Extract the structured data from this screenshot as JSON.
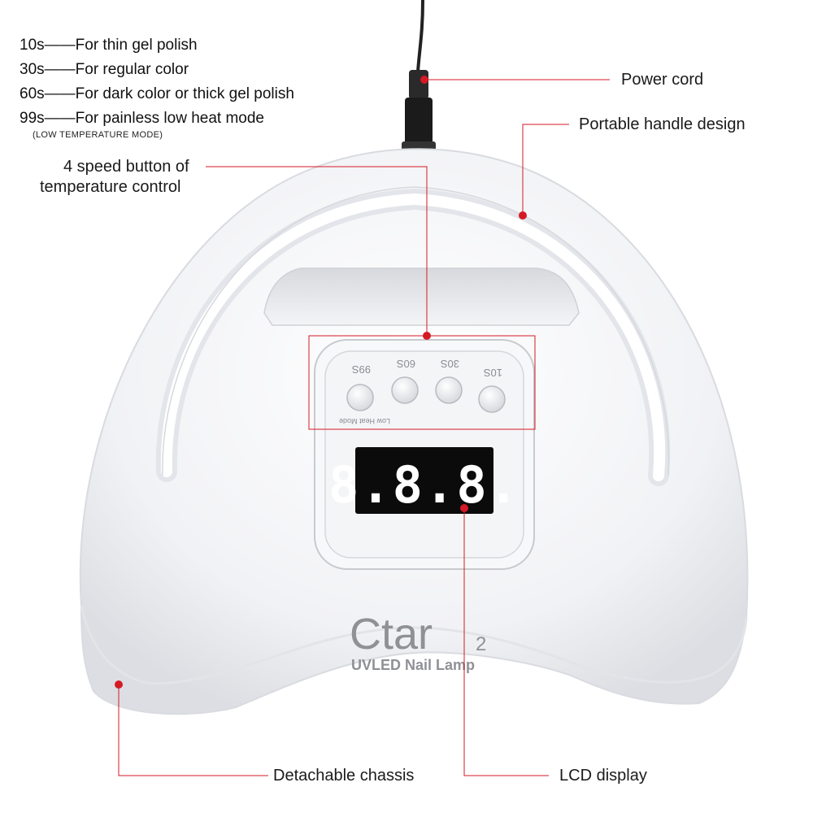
{
  "timing_notes": [
    {
      "time": "10s",
      "text": "For thin gel polish"
    },
    {
      "time": "30s",
      "text": "For regular color"
    },
    {
      "time": "60s",
      "text": "For dark color or thick gel polish"
    },
    {
      "time": "99s",
      "text": "For painless low heat mode"
    }
  ],
  "low_temp_note": "(LOW TEMPERATURE MODE)",
  "callouts": {
    "power_cord": "Power cord",
    "handle": "Portable handle design",
    "speed_button_line1": "4 speed button of",
    "speed_button_line2": "temperature control",
    "chassis": "Detachable chassis",
    "lcd": "LCD display"
  },
  "panel": {
    "btn_labels": [
      "99S",
      "60S",
      "30S",
      "10S"
    ],
    "low_heat": "Low Heat Mode",
    "display": "8.8.8."
  },
  "brand": {
    "name": "Ctar",
    "sub": "2",
    "tagline": "UVLED Nail Lamp"
  },
  "colors": {
    "accent": "#d41a24",
    "body": "#f4f5f7",
    "display": "#0a0a0a"
  }
}
